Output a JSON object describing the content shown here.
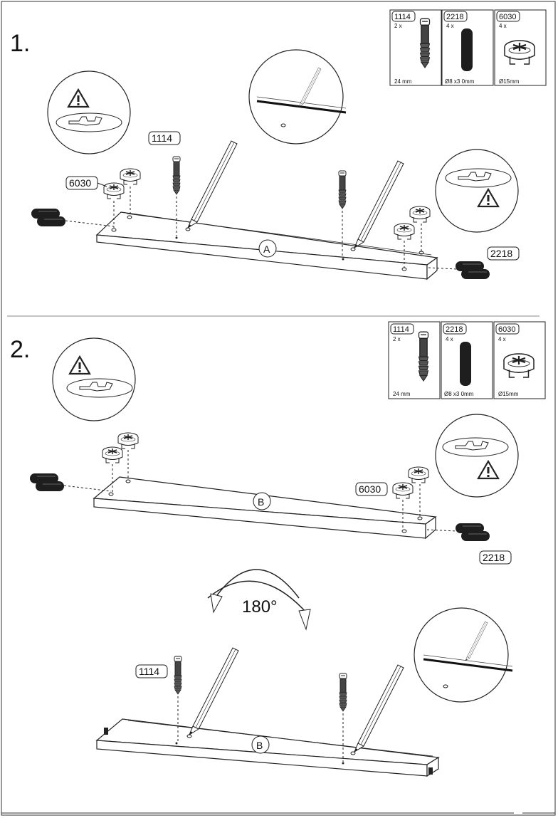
{
  "steps": [
    {
      "number": "1.",
      "parts": [
        {
          "code": "1114",
          "qty": "2 x",
          "spec": "24 mm",
          "icon": "cam-bolt-icon"
        },
        {
          "code": "2218",
          "qty": "4 x",
          "spec": "Ø8  x3  0mm",
          "icon": "wooden-dowel-icon"
        },
        {
          "code": "6030",
          "qty": "4 x",
          "spec": "Ø15mm",
          "icon": "cam-lock-icon"
        }
      ],
      "board_label": "A",
      "callouts": {
        "bolt": "1114",
        "cam": "6030",
        "dowel": "2218"
      }
    },
    {
      "number": "2.",
      "parts": [
        {
          "code": "1114",
          "qty": "2 x",
          "spec": "24 mm",
          "icon": "cam-bolt-icon"
        },
        {
          "code": "2218",
          "qty": "4 x",
          "spec": "Ø8  x3  0mm",
          "icon": "wooden-dowel-icon"
        },
        {
          "code": "6030",
          "qty": "4 x",
          "spec": "Ø15mm",
          "icon": "cam-lock-icon"
        }
      ],
      "board_label": "B",
      "board_label_flipped": "B",
      "callouts": {
        "cam": "6030",
        "dowel": "2218",
        "bolt": "1114"
      },
      "rotation": "180°"
    }
  ]
}
